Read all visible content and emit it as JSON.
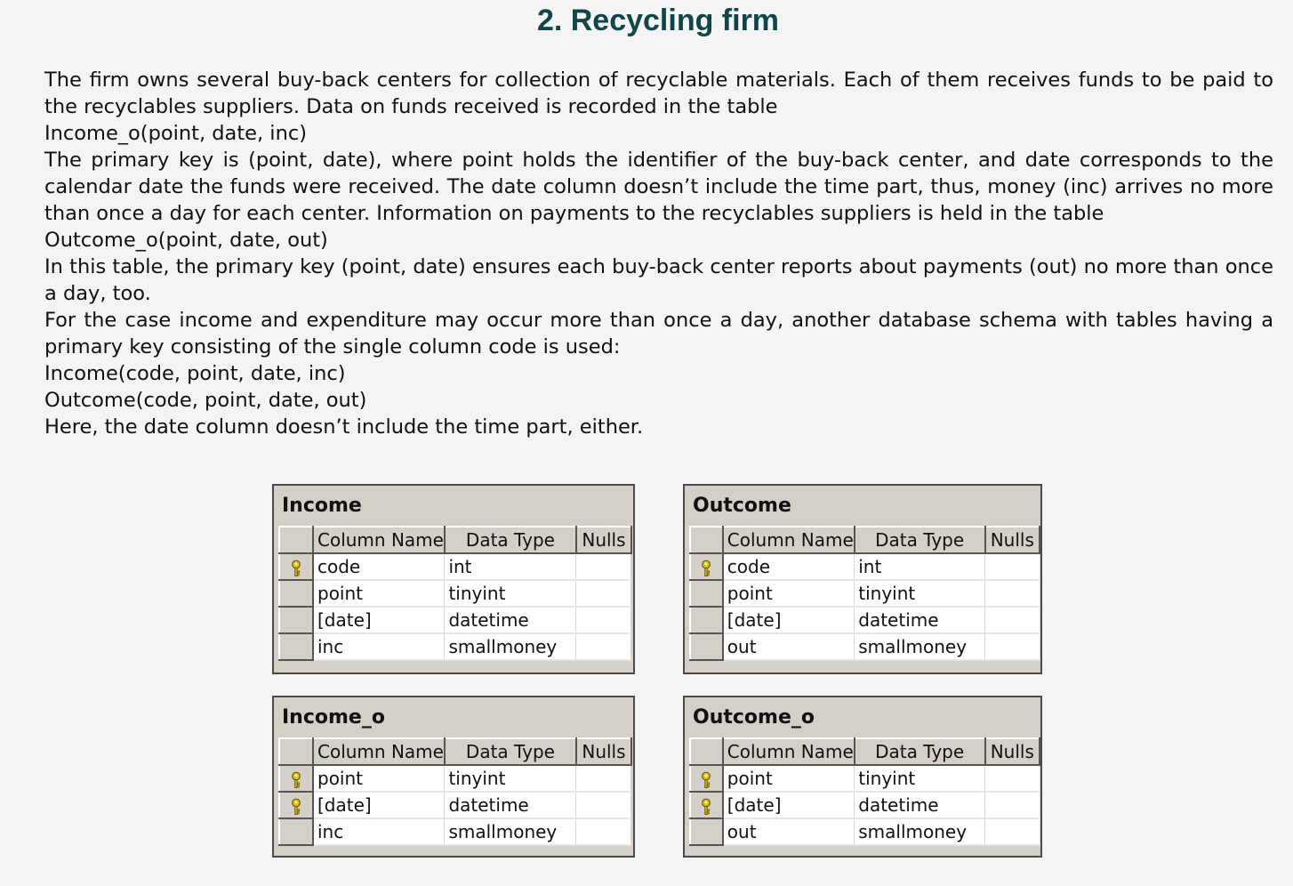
{
  "title": "2. Recycling firm",
  "paragraphs": [
    "The firm owns several buy-back centers for collection of recyclable materials. Each of them receives funds to be paid to the recyclables suppliers. Data on funds received is recorded in the table",
    "Income_o(point, date, inc)",
    "The primary key is (point, date), where point holds the identifier of the buy-back center, and date corresponds to the calendar date the funds were received. The date column doesn’t include the time part, thus, money (inc) arrives no more than once a day for each center. Information on payments to the recyclables suppliers is held in the table",
    "Outcome_o(point, date, out)",
    "In this table, the primary key (point, date) ensures each buy-back center reports about payments (out) no more than once a day, too.",
    "For the case income and expenditure may occur more than once a day, another database schema with tables having a primary key consisting of the single column code is used:",
    "Income(code, point, date, inc)",
    "Outcome(code, point, date, out)",
    "Here, the date column doesn’t include the time part, either."
  ],
  "headers": {
    "column_name": "Column Name",
    "data_type": "Data Type",
    "nulls": "Nulls"
  },
  "tables": [
    {
      "name": "Income",
      "rows": [
        {
          "key": true,
          "column": "code",
          "type": "int"
        },
        {
          "key": false,
          "column": "point",
          "type": "tinyint"
        },
        {
          "key": false,
          "column": "[date]",
          "type": "datetime"
        },
        {
          "key": false,
          "column": "inc",
          "type": "smallmoney"
        }
      ]
    },
    {
      "name": "Outcome",
      "rows": [
        {
          "key": true,
          "column": "code",
          "type": "int"
        },
        {
          "key": false,
          "column": "point",
          "type": "tinyint"
        },
        {
          "key": false,
          "column": "[date]",
          "type": "datetime"
        },
        {
          "key": false,
          "column": "out",
          "type": "smallmoney"
        }
      ]
    },
    {
      "name": "Income_o",
      "rows": [
        {
          "key": true,
          "column": "point",
          "type": "tinyint"
        },
        {
          "key": true,
          "column": "[date]",
          "type": "datetime"
        },
        {
          "key": false,
          "column": "inc",
          "type": "smallmoney"
        }
      ]
    },
    {
      "name": "Outcome_o",
      "rows": [
        {
          "key": true,
          "column": "point",
          "type": "tinyint"
        },
        {
          "key": true,
          "column": "[date]",
          "type": "datetime"
        },
        {
          "key": false,
          "column": "out",
          "type": "smallmoney"
        }
      ]
    }
  ],
  "icons": {
    "primary_key": "key-icon",
    "key_color": "#e0c21e"
  }
}
